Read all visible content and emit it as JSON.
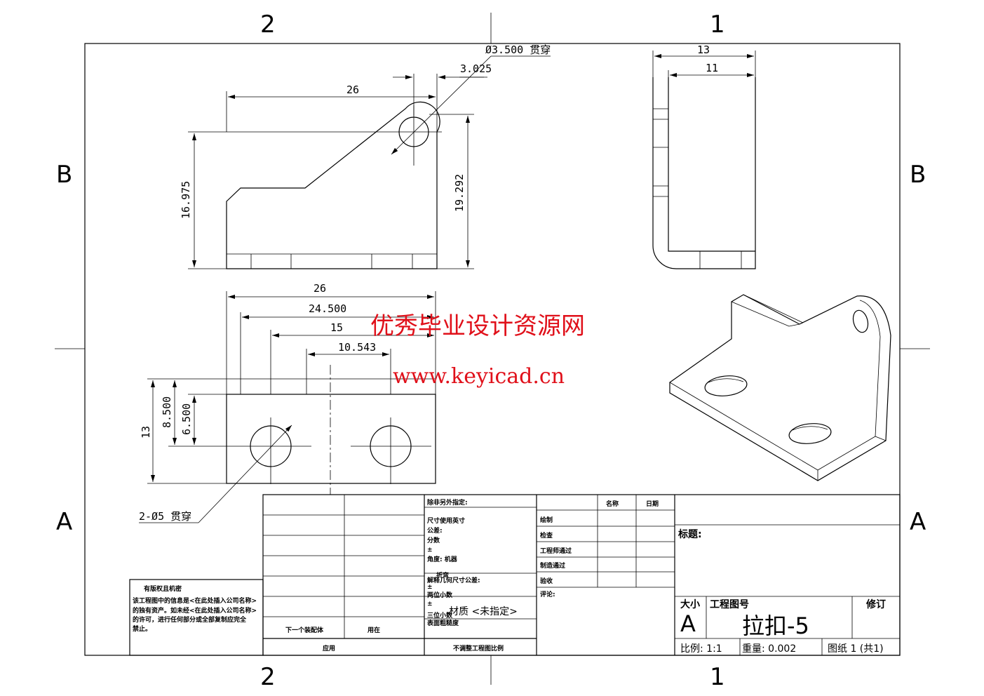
{
  "zones": {
    "top_left": "2",
    "top_right": "1",
    "bottom_left": "2",
    "bottom_right": "1",
    "left_upper": "B",
    "left_lower": "A",
    "right_upper": "B",
    "right_lower": "A"
  },
  "front_view": {
    "width_top": "26",
    "hole_offset": "3.025",
    "hole_callout": "Ø3.500 贯穿",
    "height_left": "16.975",
    "height_right": "19.292"
  },
  "side_view": {
    "outer_width": "13",
    "inner_width": "11"
  },
  "top_view": {
    "d26": "26",
    "d24_5": "24.500",
    "d15": "15",
    "d10_543": "10.543",
    "h13": "13",
    "h8_5": "8.500",
    "h6_5": "6.500",
    "hole_callout": "2-Ø5 贯穿"
  },
  "watermark": {
    "line1": "优秀毕业设计资源网",
    "line2": "www.keyicad.cn"
  },
  "proprietary": {
    "title": "有版权且机密",
    "body_line1": "该工程图中的信息是<在此处插入公司名称>",
    "body_line2": "的独有资产。如未经<在此处插入公司名称>",
    "body_line3": "的许可，进行任何部分或全部复制应完全",
    "body_line4": "禁止。"
  },
  "revision_block": {
    "next_assembly": "下一个装配体",
    "used_on": "用在",
    "application": "应用"
  },
  "tolerance_block": {
    "unless": "除非另外指定:",
    "dims": "尺寸使用英寸",
    "tol": "公差:",
    "frac": "分数",
    "pm1": "±",
    "angle": "角度: 机器",
    "bend": "折弯",
    "pm2": "±",
    "two_place": "两位小数",
    "pm3": "±",
    "three_place": "三位小数",
    "interp": "解释几何尺寸公差:",
    "material": "材质 <未指定>",
    "finish": "表面粗糙度",
    "no_scale": "不调整工程图比例"
  },
  "sign_block": {
    "name_hdr": "名称",
    "date_hdr": "日期",
    "drawn": "绘制",
    "checked": "检查",
    "eng_appr": "工程师通过",
    "mfg_appr": "制造通过",
    "qa": "验收",
    "comments": "评论:"
  },
  "title_block": {
    "title_label": "标题:",
    "size_label": "大小",
    "size": "A",
    "dwg_no_label": "工程图号",
    "dwg_no": "拉扣-5",
    "rev_label": "修订",
    "scale": "比例: 1:1",
    "weight": "重量: 0.002",
    "sheet": "图纸 1 (共1)"
  }
}
